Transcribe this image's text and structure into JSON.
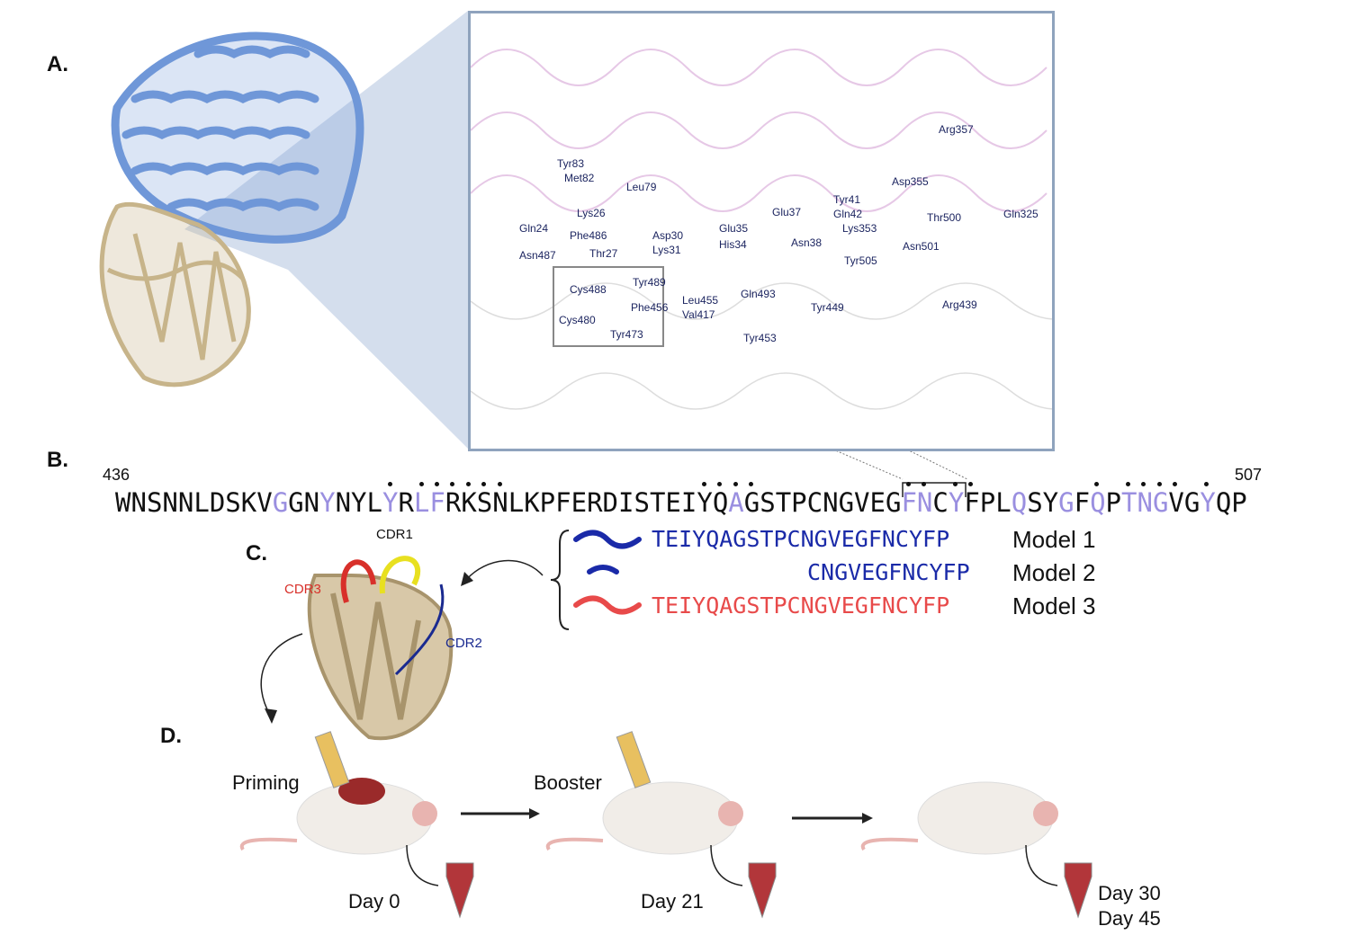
{
  "panels": {
    "a": "A.",
    "b": "B.",
    "c": "C.",
    "d": "D."
  },
  "colors": {
    "receptor": "#6f97d8",
    "rbd": "#c7b48a",
    "highlight": "#9a8fe0",
    "model1": "#1a2aa8",
    "model2": "#1a2aa8",
    "model3": "#e84a4a",
    "cdr1": "#e8e020",
    "cdr2": "#1a2a90",
    "cdr3": "#d8302a",
    "inset_border": "#8fa3bd"
  },
  "inset_residues": [
    "Arg357",
    "Tyr83",
    "Met82",
    "Leu79",
    "Asp355",
    "Lys26",
    "Glu37",
    "Tyr41",
    "Gln42",
    "Lys353",
    "Thr500",
    "Gln325",
    "Gln24",
    "Phe486",
    "Asp30",
    "Lys31",
    "Glu35",
    "Asn38",
    "His34",
    "Asn487",
    "Thr27",
    "Tyr505",
    "Asn501",
    "Cys488",
    "Tyr489",
    "Leu455",
    "Val417",
    "Gln493",
    "Cys480",
    "Tyr473",
    "Phe456",
    "Tyr449",
    "Arg439",
    "Tyr453"
  ],
  "sequence": {
    "start": "436",
    "end": "507",
    "residues": "WNSNNLDSKVGGNYNYLYRLFRKSNLKPFERDISTEIYQAGSTPCNGVEGFNCYFPLQSYGFQPTNGVGYQP",
    "highlighted_positions": [
      10,
      13,
      17,
      19,
      20,
      39,
      50,
      51,
      53,
      57,
      60,
      62,
      64,
      65,
      66,
      69
    ]
  },
  "models": [
    {
      "sequence": "TEIYQAGSTPCNGVEGFNCYFP",
      "name": "Model 1"
    },
    {
      "sequence": "CNGVEGFNCYFP",
      "name": "Model 2"
    },
    {
      "sequence": "TEIYQAGSTPCNGVEGFNCYFP",
      "name": "Model 3"
    }
  ],
  "cdrs": {
    "cdr1": "CDR1",
    "cdr2": "CDR2",
    "cdr3": "CDR3"
  },
  "timeline": {
    "priming": "Priming",
    "booster": "Booster",
    "day0": "Day 0",
    "day21": "Day 21",
    "day30": "Day 30",
    "day45": "Day 45"
  }
}
